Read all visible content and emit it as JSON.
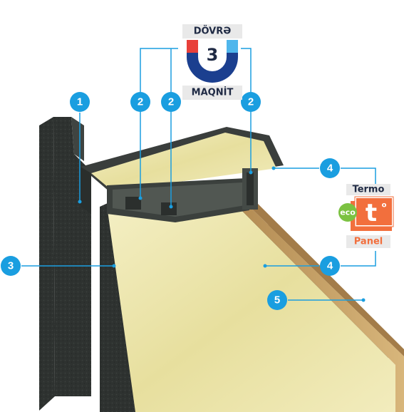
{
  "magnet_badge": {
    "top_label": "DÖVRƏ",
    "number": "3",
    "bottom_label": "MAQNİT"
  },
  "panel_badge": {
    "top_label": "Termo",
    "eco_label": "eco",
    "main_glyph": "t",
    "degree_glyph": "o",
    "bottom_label": "Panel"
  },
  "callouts": [
    "1",
    "2",
    "2",
    "2",
    "3",
    "4",
    "4",
    "5"
  ],
  "colors": {
    "callout_blue": "#1a9ee0",
    "leader_blue": "#1a9ee0",
    "frame_dark": "#2d312f",
    "insulation": "#ede6a8",
    "mdf_edge": "#c9a46b",
    "magnet_red": "#e8403a",
    "magnet_blue": "#1b3f8f",
    "eco_green": "#7cc242",
    "panel_orange": "#f26f3d"
  }
}
